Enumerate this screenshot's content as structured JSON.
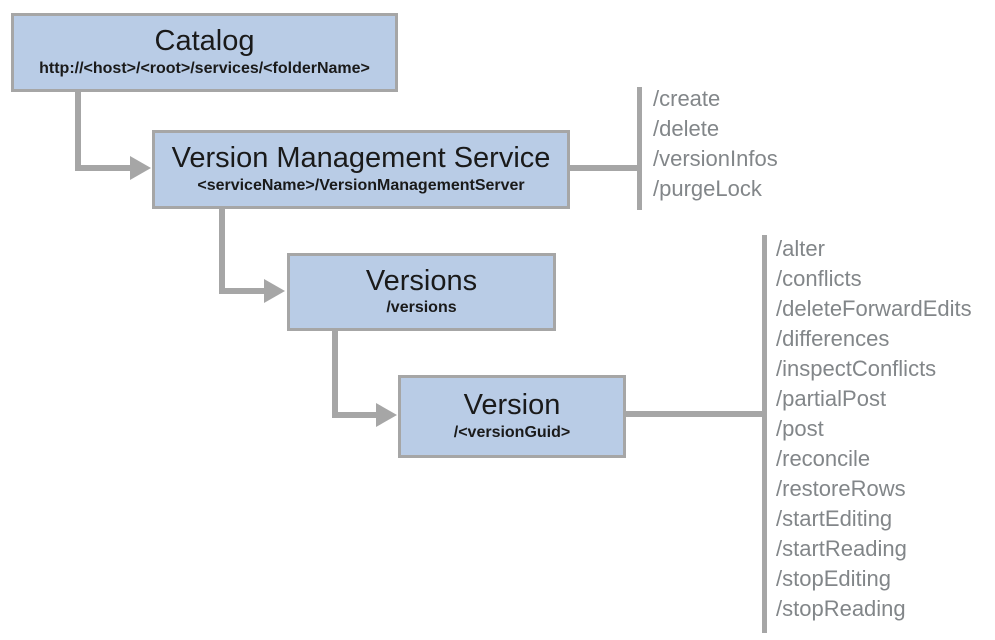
{
  "nodes": {
    "catalog": {
      "title": "Catalog",
      "subtitle": "http://<host>/<root>/services/<folderName>"
    },
    "version_management_service": {
      "title": "Version Management Service",
      "subtitle": "<serviceName>/VersionManagementServer"
    },
    "versions": {
      "title": "Versions",
      "subtitle": "/versions"
    },
    "version": {
      "title": "Version",
      "subtitle": "/<versionGuid>"
    }
  },
  "operations": {
    "version_management_service": [
      "/create",
      "/delete",
      "/versionInfos",
      "/purgeLock"
    ],
    "version": [
      "/alter",
      "/conflicts",
      "/deleteForwardEdits",
      "/differences",
      "/inspectConflicts",
      "/partialPost",
      "/post",
      "/reconcile",
      "/restoreRows",
      "/startEditing",
      "/startReading",
      "/stopEditing",
      "/stopReading"
    ]
  },
  "colors": {
    "node_fill": "#b9cce6",
    "node_border": "#a6a6a6",
    "connector": "#a6a6a6",
    "operation_text": "#828689",
    "title_text": "#1a1a1a",
    "background": "#ffffff"
  }
}
